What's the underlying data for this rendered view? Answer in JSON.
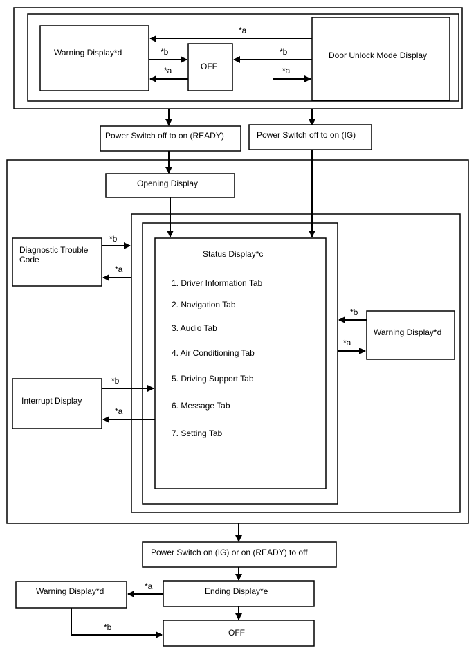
{
  "top": {
    "warning_display": "Warning Display*d",
    "off": "OFF",
    "door_unlock": "Door Unlock Mode Display",
    "lbl_a_top": "*a",
    "lbl_b_left": "*b",
    "lbl_a_left": "*a",
    "lbl_b_right": "*b",
    "lbl_a_right": "*a"
  },
  "power_on_ready": "Power Switch off to on (READY)",
  "power_on_ig": "Power Switch off to on (IG)",
  "opening_display": "Opening Display",
  "dtc": {
    "line1": "Diagnostic Trouble",
    "line2": "Code",
    "lbl_b": "*b",
    "lbl_a": "*a"
  },
  "interrupt": {
    "label": "Interrupt Display",
    "lbl_b": "*b",
    "lbl_a": "*a"
  },
  "status": {
    "title": "Status Display*c",
    "tabs": [
      "1. Driver Information Tab",
      "2. Navigation Tab",
      "3. Audio Tab",
      "4. Air Conditioning Tab",
      "5. Driving Support Tab",
      "6. Message Tab",
      "7. Setting Tab"
    ]
  },
  "warning_right": {
    "label": "Warning Display*d",
    "lbl_b": "*b",
    "lbl_a": "*a"
  },
  "power_off": "Power Switch on (IG) or on (READY) to off",
  "ending_display": "Ending Display*e",
  "warning_bottom": "Warning Display*d",
  "off_bottom": "OFF",
  "bottom_lbl_a": "*a",
  "bottom_lbl_b": "*b"
}
